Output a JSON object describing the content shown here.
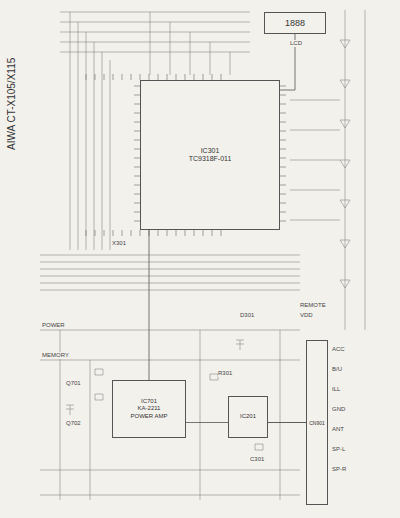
{
  "diagram": {
    "title": "AIWA CT-X105/X115",
    "nodes": [
      {
        "text": [
          "1888"
        ]
      },
      {
        "text": [
          "IC301",
          "TC9318F-011"
        ]
      },
      {
        "text": [
          "IC701",
          "KA-2211",
          "POWER AMP"
        ]
      },
      {
        "text": [
          "IC201"
        ]
      },
      {
        "text": [
          "CN901"
        ]
      }
    ],
    "edges": [
      {
        "from": 1,
        "to": 0,
        "arrow": "none"
      },
      {
        "from": 1,
        "to": 2,
        "arrow": "none"
      },
      {
        "from": 2,
        "to": 4,
        "arrow": "none"
      },
      {
        "from": 3,
        "to": 4,
        "arrow": "none"
      }
    ],
    "labels": [
      "ACC",
      "B/U",
      "ILL",
      "GND",
      "ANT",
      "SP-L",
      "SP-R",
      "REMOTE",
      "X301",
      "VDD",
      "LCD",
      "Q701",
      "Q702",
      "D301",
      "R301",
      "C301",
      "POWER",
      "MEMORY"
    ]
  }
}
